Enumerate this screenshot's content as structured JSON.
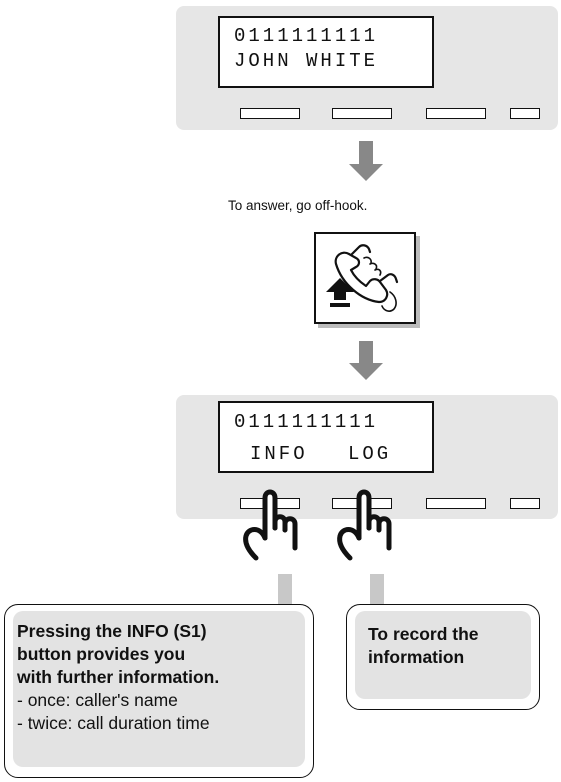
{
  "top_display": {
    "line1": "0111111111",
    "line2": "JOHN WHITE"
  },
  "instruction": {
    "text": "To answer, go off-hook."
  },
  "bottom_display": {
    "line1": "0111111111",
    "softkey_labels": [
      "INFO",
      "LOG"
    ]
  },
  "callout_info": {
    "line1": "Pressing the INFO (S1)",
    "line2": "button provides you",
    "line3": "with further information.",
    "item1": "- once: caller's name",
    "item2": "- twice: call duration time"
  },
  "callout_log": {
    "line1": "To record the",
    "line2": "information"
  },
  "icons": [
    "off-hook-handset-icon",
    "up-arrow-icon",
    "pointing-hand-icon"
  ],
  "colors": {
    "panel": "#e6e6e6",
    "arrow": "#888888",
    "callout_fill": "#e3e3e3"
  }
}
